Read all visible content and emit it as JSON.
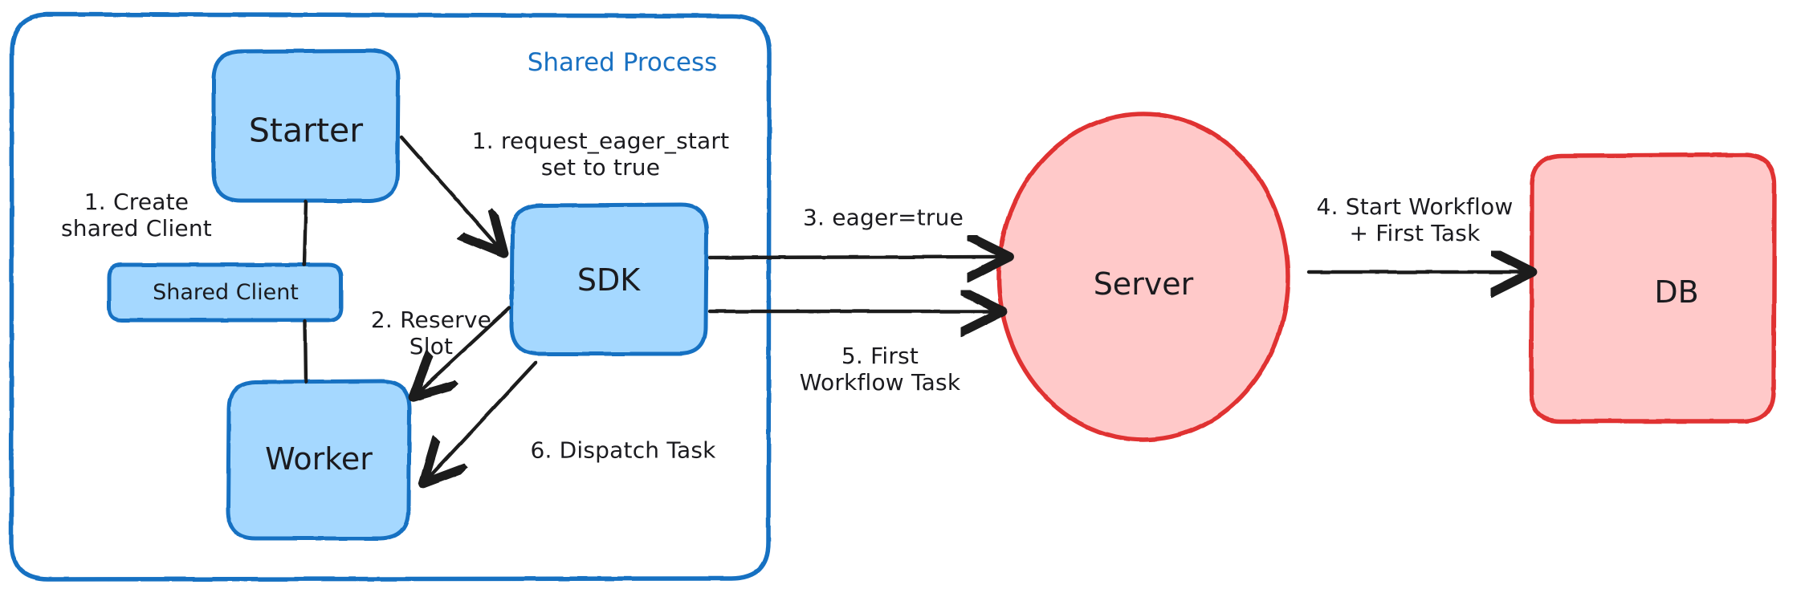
{
  "diagram": {
    "title": "Eager Workflow Start flow",
    "style": "hand-drawn",
    "colors": {
      "blue_stroke": "#1971c2",
      "blue_fill": "#a5d8ff",
      "red_stroke": "#e03131",
      "red_fill": "#ffc9c9",
      "text": "#1b1b1f",
      "arrow": "#1e1e1e",
      "background": "#ffffff"
    },
    "container": {
      "label": "Shared Process",
      "label_color": "#1971c2",
      "stroke": "#1971c2",
      "fill": "transparent"
    },
    "nodes": [
      {
        "id": "starter",
        "label": "Starter",
        "shape": "rounded-rect",
        "group": "shared-process",
        "fill": "#a5d8ff",
        "stroke": "#1971c2"
      },
      {
        "id": "shared-client",
        "label": "Shared Client",
        "shape": "rounded-rect",
        "group": "shared-process",
        "fill": "#a5d8ff",
        "stroke": "#1971c2"
      },
      {
        "id": "worker",
        "label": "Worker",
        "shape": "rounded-rect",
        "group": "shared-process",
        "fill": "#a5d8ff",
        "stroke": "#1971c2"
      },
      {
        "id": "sdk",
        "label": "SDK",
        "shape": "rounded-rect",
        "group": "shared-process",
        "fill": "#a5d8ff",
        "stroke": "#1971c2"
      },
      {
        "id": "server",
        "label": "Server",
        "shape": "ellipse",
        "group": "backend",
        "fill": "#ffc9c9",
        "stroke": "#e03131"
      },
      {
        "id": "db",
        "label": "DB",
        "shape": "rounded-rect",
        "group": "backend",
        "fill": "#ffc9c9",
        "stroke": "#e03131"
      }
    ],
    "edge_labels": [
      {
        "id": "e1-create",
        "step": "1.",
        "text": "1. Create\nshared Client",
        "from": "starter",
        "to": "shared-client"
      },
      {
        "id": "e1-eager",
        "step": "1.",
        "text": "1. request_eager_start\nset to true",
        "from": "starter",
        "to": "sdk"
      },
      {
        "id": "e2-reserve",
        "step": "2.",
        "text": "2. Reserve\nSlot",
        "from": "sdk",
        "to": "worker"
      },
      {
        "id": "e3-eager",
        "step": "3.",
        "text": "3. eager=true",
        "from": "sdk",
        "to": "server"
      },
      {
        "id": "e4-start",
        "step": "4.",
        "text": "4. Start Workflow\n+ First Task",
        "from": "server",
        "to": "db"
      },
      {
        "id": "e5-first",
        "step": "5.",
        "text": "5. First\nWorkflow Task",
        "from": "server",
        "to": "sdk"
      },
      {
        "id": "e6-dispatch",
        "step": "6.",
        "text": "6. Dispatch Task",
        "from": "sdk",
        "to": "worker"
      }
    ]
  }
}
